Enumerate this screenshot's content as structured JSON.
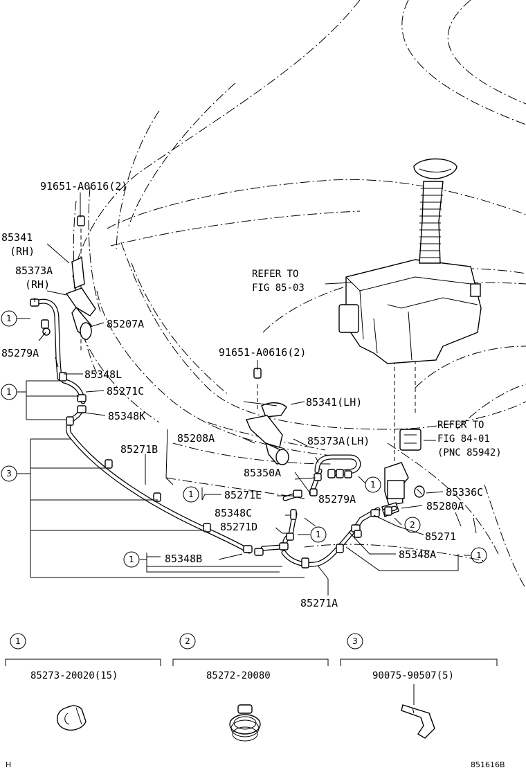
{
  "labels": {
    "p91651_top": "91651-A0616(2)",
    "p85341_rh_1": "85341",
    "p85341_rh_2": "(RH)",
    "p85373a_rh_1": "85373A",
    "p85373a_rh_2": "(RH)",
    "p85279a_l": "85279A",
    "p85207a": "85207A",
    "p85348l": "85348L",
    "p85271c": "85271C",
    "p85348k": "85348K",
    "p85271b": "85271B",
    "p85271e": "85271E",
    "p85348c": "85348C",
    "p85271d": "85271D",
    "p85348b": "85348B",
    "p85348a": "85348A",
    "p85271a": "85271A",
    "p85271": "85271",
    "p85280a": "85280A",
    "p85336c": "85336C",
    "p85279a_r": "85279A",
    "p85350a": "85350A",
    "p85373a_lh": "85373A(LH)",
    "p85208a": "85208A",
    "p85341_lh": "85341(LH)",
    "p91651_mid": "91651-A0616(2)",
    "refer1_a": "REFER TO",
    "refer1_b": "FIG 85-03",
    "refer2_a": "REFER TO",
    "refer2_b": "FIG 84-01",
    "refer2_c": "(PNC 85942)"
  },
  "callouts": {
    "c1": "1",
    "c2": "2",
    "c3": "3"
  },
  "legend": [
    {
      "num": "1",
      "part": "85273-20020(15)",
      "icon": "hose-clip-icon"
    },
    {
      "num": "2",
      "part": "85272-20080",
      "icon": "spring-clamp-icon"
    },
    {
      "num": "3",
      "part": "90075-90507(5)",
      "icon": "retainer-clip-icon"
    }
  ],
  "footer": {
    "left_mark": "H",
    "code": "851616B"
  }
}
